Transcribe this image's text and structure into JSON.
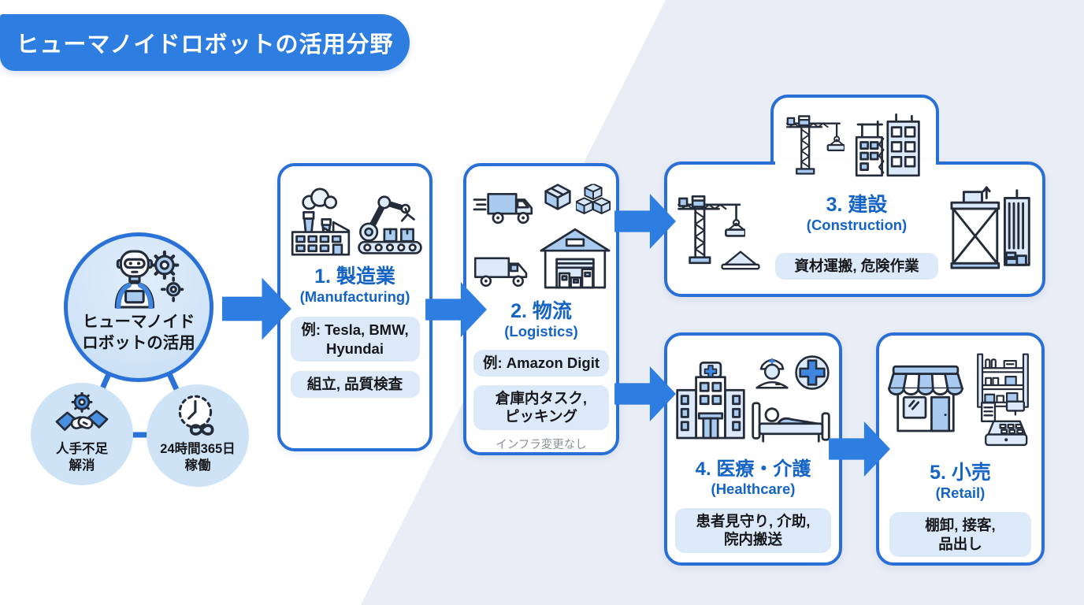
{
  "title": "ヒューマノイドロボットの活用分野",
  "hub": {
    "label": "ヒューマノイド\nロボットの活用",
    "benefit1": "人手不足\n解消",
    "benefit2": "24時間365日\n稼働"
  },
  "boxes": [
    {
      "id": "manufacturing",
      "title": "1. 製造業",
      "subtitle": "(Manufacturing)",
      "pills": [
        "例: Tesla, BMW,\nHyundai",
        "組立, 品質検査"
      ]
    },
    {
      "id": "logistics",
      "title": "2. 物流",
      "subtitle": "(Logistics)",
      "pills": [
        "例: Amazon Digit",
        "倉庫内タスク,\nピッキング"
      ],
      "note": "インフラ変更なし"
    },
    {
      "id": "construction",
      "title": "3. 建設",
      "subtitle": "(Construction)",
      "pills": [
        "資材運搬, 危険作業"
      ]
    },
    {
      "id": "healthcare",
      "title": "4. 医療・介護",
      "subtitle": "(Healthcare)",
      "pills": [
        "患者見守り, 介助,\n院内搬送"
      ]
    },
    {
      "id": "retail",
      "title": "5. 小売",
      "subtitle": "(Retail)",
      "pills": [
        "棚卸, 接客,\n品出し"
      ]
    }
  ],
  "icons": {
    "hub": "robot-with-gears",
    "benefit1": "handshake-gear",
    "benefit2": "clock-infinity",
    "manufacturing": [
      "factory",
      "robot-arm-conveyor"
    ],
    "logistics": [
      "delivery-truck-speed",
      "parcel",
      "parcel-stack",
      "truck",
      "warehouse"
    ],
    "construction": [
      "tower-crane",
      "buildings-under-construction",
      "crane-with-pile",
      "scaffold-building"
    ],
    "healthcare": [
      "hospital",
      "nurse",
      "medical-cross",
      "hospital-bed"
    ],
    "retail": [
      "storefront",
      "store-shelf",
      "cash-register"
    ]
  },
  "colors": {
    "banner_blue": "#2e7de0",
    "border_blue": "#2a6fd6",
    "heading_blue": "#1463c6",
    "arrow_blue": "#2e7de0",
    "pill_bg": "#dce9f8",
    "hub_fill": "#cfe3f7",
    "panel_bg": "#e9edf5",
    "text_dark": "#17181b",
    "note_gray": "#8a9099"
  }
}
